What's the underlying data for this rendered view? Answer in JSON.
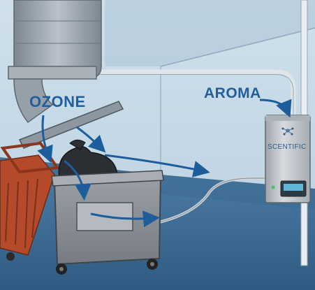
{
  "labels": {
    "ozone": "OZONE",
    "aroma": "AROMA",
    "device_brand": "SCENTIFIC"
  },
  "icons": {
    "device_logo": "molecule-icon",
    "device_screen": "display-screen-icon"
  },
  "colors": {
    "wall": "#c6d9e6",
    "floor": "#3f6e98",
    "label_blue": "#1f5f9e",
    "dumpster": "#8c9196",
    "red_bin": "#b44a2a",
    "device_body": "#bfc4c8"
  }
}
